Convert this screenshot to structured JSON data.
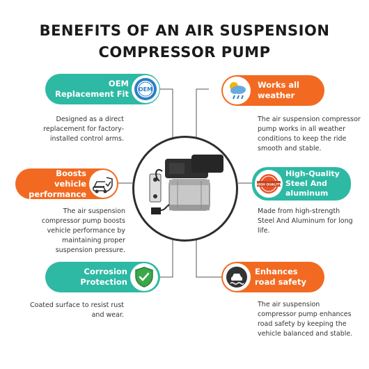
{
  "title": {
    "line1": "BENEFITS OF AN AIR SUSPENSION",
    "line2": "COMPRESSOR PUMP"
  },
  "benefits": [
    {
      "label_line1": "OEM",
      "label_line2": "Replacement Fit",
      "icon": "oem-seal-icon",
      "color": "#2db9a4",
      "description": "Designed as a direct replacement for factory-installed control arms."
    },
    {
      "label_line1": "Works all",
      "label_line2": "weather",
      "icon": "weather-icon",
      "color": "#f26a21",
      "description": "The air suspension compressor pump works in all weather conditions to keep the ride smooth and stable."
    },
    {
      "label_line1": "Boosts vehicle",
      "label_line2": "performance",
      "icon": "car-shield-icon",
      "color": "#f26a21",
      "description": "The air suspension compressor pump boosts vehicle performance by maintaining proper suspension pressure."
    },
    {
      "label_line1": "High-Quality",
      "label_line2": "Steel And",
      "label_line3": "aluminum",
      "icon": "high-quality-badge-icon",
      "badge_text": "HIGH QUALITY",
      "color": "#2db9a4",
      "description": "Made from high-strength Steel And Aluminum for long life."
    },
    {
      "label_line1": "Corrosion",
      "label_line2": "Protection",
      "icon": "shield-check-icon",
      "color": "#2db9a4",
      "description": "Coated surface to resist rust and wear."
    },
    {
      "label_line1": "Enhances",
      "label_line2": "road safety",
      "icon": "skidding-car-icon",
      "color": "#f26a21",
      "description": "The air suspension compressor pump enhances road safety by keeping the vehicle balanced and stable."
    }
  ],
  "oem_badge_text": "OEM",
  "center_image": "air-suspension-compressor-pump"
}
